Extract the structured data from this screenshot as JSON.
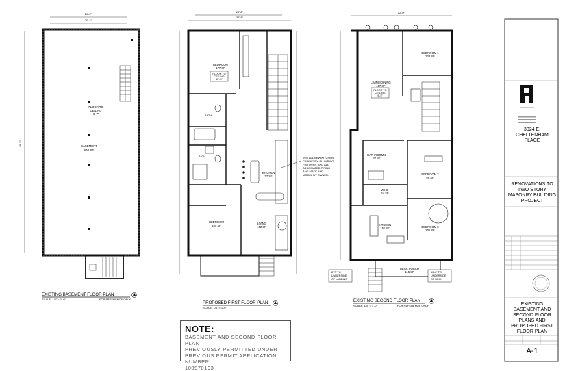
{
  "plans": {
    "basement": {
      "title": "EXISTING BASEMENT FLOOR PLAN",
      "scale": "SCALE: 1/4\" = 1'-0\"",
      "ref": "FOR REFERENCE ONLY",
      "room_name": "BASEMENT",
      "room_area": "662 SF",
      "ceiling_l1": "FLOOR TO",
      "ceiling_l2": "CEILING",
      "ceiling_l3": "6'-7\"",
      "dim_top1": "20'-2\"",
      "dim_top2": "20'-4\"",
      "dim_side": "36'-5\""
    },
    "first": {
      "title": "PROPOSED FIRST FLOOR PLAN",
      "scale": "SCALE: 1/4\" = 1'-0\"",
      "dim_top1": "20'-2\"",
      "dim_top2": "22'-8\"",
      "bedroom1_name": "BEDROOM",
      "bedroom1_area": "177 SF",
      "ceiling_l1": "FLOOR TO",
      "ceiling_l2": "CEILING",
      "ceiling_l3": "12'-5\"",
      "bath1": "BATH",
      "bath2": "BATH",
      "kitchen_name": "KITCHEN",
      "kitchen_area": "37 SF",
      "bedroom2_name": "BEDROOM",
      "bedroom2_area": "164 SF",
      "living_name": "LIVING",
      "living_area": "152 SF",
      "kitchen_note": [
        "INSTALL NEW KITCHEN",
        "CABINETRY, PLUMBING",
        "FIXTURES, AND ALL",
        "ASSOCIATED PIPING",
        "AND MAKE AND",
        "MODEL BY OWNER."
      ]
    },
    "second": {
      "title": "EXISTING SECOND FLOOR PLAN",
      "scale": "SCALE: 1/4\" = 1'-0\"",
      "ref": "FOR REFERENCE ONLY",
      "dim_top": "22'-0\"",
      "living_name": "LIVING/DINING",
      "living_area": "457 SF",
      "ceiling_l1": "FLOOR TO",
      "ceiling_l2": "CEILING",
      "ceiling_l3": "9'-5\"",
      "bed1_name": "BEDROOM 1",
      "bed1_area": "228 SF",
      "bath2_name": "BATHROOM 2",
      "bath2_area": "37 SF",
      "bed2_name": "BEDROOM 2",
      "bed2_area": "56 SF",
      "wic_name": "W.I.C.",
      "wic_area": "24 SF",
      "kitchen_name": "KITCHEN",
      "kitchen_area": "151 SF",
      "bed3_name": "BEDROOM 3",
      "bed3_area": "206 SF",
      "porch_name": "REAR PORCH",
      "porch_area": "115 SF",
      "note_left": [
        "8'-7\" TO",
        "UNDERSIDE",
        "OF LANDING"
      ],
      "note_right": [
        "10'-8\" TO",
        "UNDERSIDE",
        "OF DECK"
      ]
    }
  },
  "note": {
    "title": "NOTE:",
    "lines": [
      "BASEMENT AND SECOND FLOOR PLAN",
      "PREVIOUSLY PERMITTED UNDER",
      "PREVIOUS PERMIT APPLICATION NUMBER",
      "100970193"
    ]
  },
  "title_block": {
    "address_l1": "3024 E.",
    "address_l2": "CHELTENHAM",
    "address_l3": "PLACE",
    "project_l1": "RENOVATIONS TO",
    "project_l2": "TWO STORY",
    "project_l3": "MASONRY BUILDING",
    "project_l4": "PROJECT",
    "sheet_l1": "EXISTING",
    "sheet_l2": "BASEMENT AND",
    "sheet_l3": "SECOND FLOOR",
    "sheet_l4": "PLANS AND",
    "sheet_l5": "PROPOSED FIRST",
    "sheet_l6": "FLOOR PLAN",
    "sheet_number": "A-1"
  }
}
